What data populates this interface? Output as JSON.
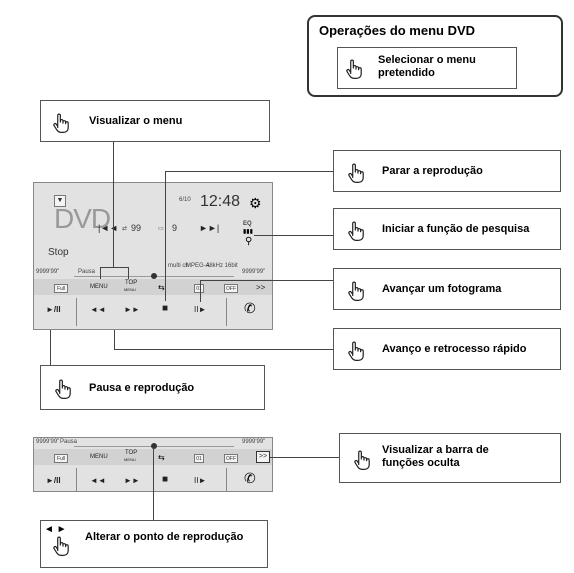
{
  "dvd_menu_box": {
    "title": "Operações do menu DVD",
    "select_menu": "Selecionar o menu pretendido"
  },
  "callouts": {
    "show_menu": "Visualizar o menu",
    "stop_playback": "Parar a reprodução",
    "start_search": "Iniciar a função de pesquisa",
    "frame_advance": "Avançar um fotograma",
    "fast_forward_rewind": "Avanço e retrocesso rápido",
    "pause_play": "Pausa e reprodução",
    "show_hidden_bar": "Visualizar a barra de funções oculta",
    "change_point": "Alterar o ponto de reprodução"
  },
  "screen": {
    "source_logo": "DVD",
    "date": "6/10",
    "clock": "12:48",
    "track_num": "99",
    "chapter_num": "9",
    "eq_label": "EQ",
    "status": "Stop",
    "time_left": "9999'99\"",
    "pause_label": "Pausa",
    "time_right": "9999'99\"",
    "audio_info": [
      "multi ch",
      "MPEG-A",
      "48kHz 16bit"
    ],
    "fn_full": "Full",
    "fn_menu": "MENU",
    "fn_top": "TOP",
    "fn_top_sub": "MENU",
    "fn_off": "OFF",
    "fn_one": "01",
    "more": ">>",
    "play_pause": "►/II",
    "rewind": "◄◄",
    "forward": "►►",
    "stop": "■",
    "frame": "II►"
  },
  "bar2": {
    "time_left": "9999'99\"",
    "pause_label": "Pausa",
    "time_right": "9999'99\"",
    "fn_full": "Full",
    "fn_menu": "MENU",
    "fn_top": "TOP",
    "fn_top_sub": "MENU",
    "fn_one": "01",
    "fn_off": "OFF",
    "more": ">>",
    "play_pause": "►/II",
    "rewind": "◄◄",
    "forward": "►►",
    "stop": "■",
    "frame": "II►"
  }
}
